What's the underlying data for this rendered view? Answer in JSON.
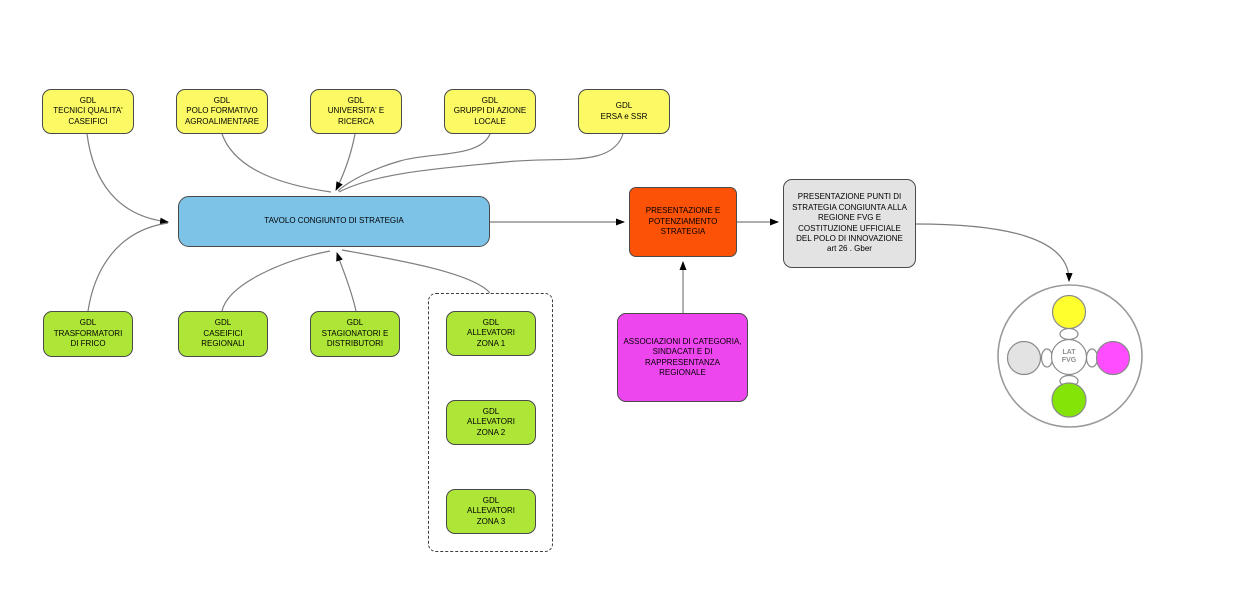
{
  "nodes": {
    "tecnici": {
      "label": "GDL\nTECNICI QUALITA'\nCASEIFICI"
    },
    "polo": {
      "label": "GDL\nPOLO FORMATIVO\nAGROALIMENTARE"
    },
    "universita": {
      "label": "GDL\nUNIVERSITA' E\nRICERCA"
    },
    "gruppi": {
      "label": "GDL\nGRUPPI DI AZIONE\nLOCALE"
    },
    "ersa": {
      "label": "GDL\nERSA e SSR"
    },
    "tavolo": {
      "label": "TAVOLO CONGIUNTO DI STRATEGIA"
    },
    "trasformatori": {
      "label": "GDL\nTRASFORMATORI\nDI FRICO"
    },
    "caseifici": {
      "label": "GDL\nCASEIFICI\nREGIONALI"
    },
    "stagionatori": {
      "label": "GDL\nSTAGIONATORI E\nDISTRIBUTORI"
    },
    "zona1": {
      "label": "GDL\nALLEVATORI\nZONA 1"
    },
    "zona2": {
      "label": "GDL\nALLEVATORI\nZONA 2"
    },
    "zona3": {
      "label": "GDL\nALLEVATORI\nZONA 3"
    },
    "presentazione": {
      "label": "PRESENTAZIONE E\nPOTENZIAMENTO\nSTRATEGIA"
    },
    "associazioni": {
      "label": "ASSOCIAZIONI DI CATEGORIA,\nSINDACATI E DI\nRAPPRESENTANZA\nREGIONALE"
    },
    "punti": {
      "label": "PRESENTAZIONE PUNTI DI\nSTRATEGIA CONGIUNTA ALLA\nREGIONE FVG E\nCOSTITUZIONE UFFICIALE\nDEL POLO DI INNOVAZIONE\nart 26 . Gber"
    },
    "hub_center": {
      "label": "LAT\nFVG"
    }
  },
  "colors": {
    "yellow": "#FBFA64",
    "green": "#AEE637",
    "blue": "#7DC3E8",
    "orange": "#FB5208",
    "magenta": "#EE46EE",
    "gray": "#E3E3E3",
    "hub_yellow": "#FFFF2E",
    "hub_gray": "#E3E3E3",
    "hub_magenta": "#FF4DFF",
    "hub_green": "#84E407",
    "hub_center": "#FFFFFF",
    "edge": "#7D7D7D",
    "border": "#4A4A4A"
  },
  "edges": [
    {
      "from": "gdl-tecnici-qualita-caseifici",
      "to": "tavolo-congiunto"
    },
    {
      "from": "gdl-trasformatori-di-frico",
      "to": "tavolo-congiunto"
    },
    {
      "from": "gdl-polo-formativo",
      "to": "tavolo-congiunto"
    },
    {
      "from": "gdl-universita-ricerca",
      "to": "tavolo-congiunto"
    },
    {
      "from": "gdl-gruppi-azione-locale",
      "to": "tavolo-congiunto"
    },
    {
      "from": "gdl-ersa-ssr",
      "to": "tavolo-congiunto"
    },
    {
      "from": "gdl-caseifici-regionali",
      "to": "tavolo-congiunto"
    },
    {
      "from": "gdl-stagionatori-distributori",
      "to": "tavolo-congiunto"
    },
    {
      "from": "gdl-allevatori-group",
      "to": "tavolo-congiunto"
    },
    {
      "from": "tavolo-congiunto",
      "to": "presentazione-potenziamento"
    },
    {
      "from": "associazioni-categoria",
      "to": "presentazione-potenziamento"
    },
    {
      "from": "presentazione-potenziamento",
      "to": "presentazione-punti-regione"
    },
    {
      "from": "presentazione-punti-regione",
      "to": "lat-fvg-hub"
    }
  ]
}
